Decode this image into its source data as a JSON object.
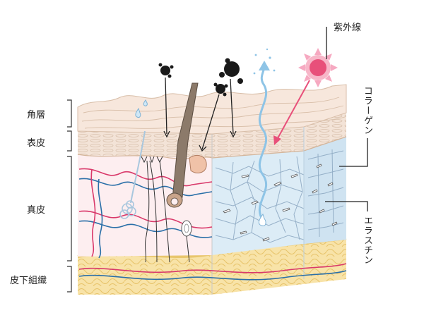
{
  "layers": {
    "stratum_corneum": "角層",
    "epidermis": "表皮",
    "dermis": "真皮",
    "subcutaneous": "皮下組織"
  },
  "callouts": {
    "uv": "紫外線",
    "collagen": "コラーゲン",
    "elastin": "エラスチン"
  },
  "colors": {
    "uv_sun": "#e8507a",
    "uv_arrow": "#e8507a",
    "water_arrow": "#8ec4e6",
    "collagen_fibers": "#8aa6c0",
    "blood_red": "#d9386a",
    "blood_blue": "#2a6fa8",
    "fat": "#f6dc8f",
    "dermis_bg": "#fdeef0",
    "dermis_right_bg": "#dcecf6",
    "epidermis": "#f3e3d7"
  },
  "icons": [
    "virus-particle-icon",
    "sun-icon",
    "hair-follicle-icon",
    "sweat-gland-icon",
    "water-drop-icon"
  ]
}
